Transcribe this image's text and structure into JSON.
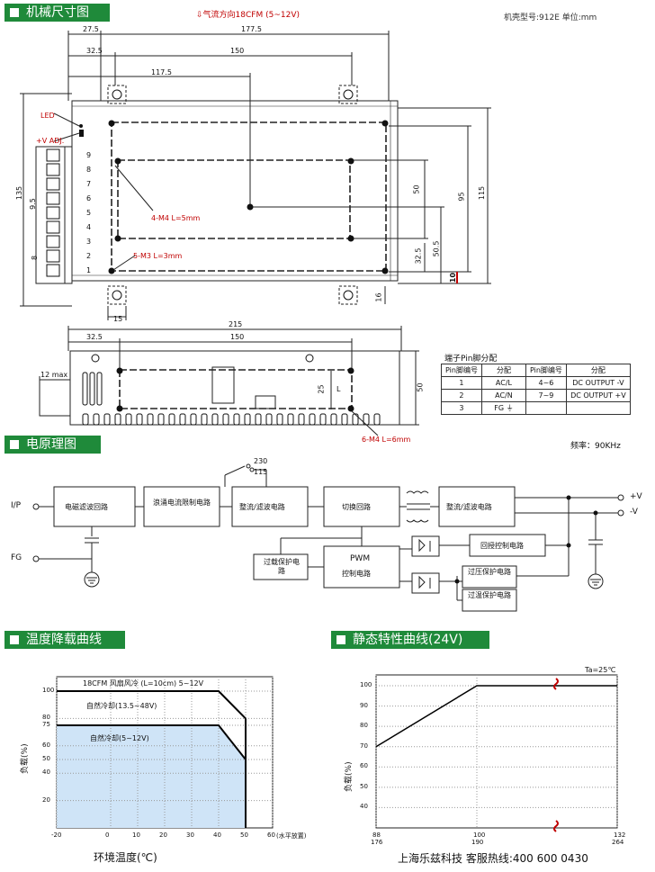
{
  "sections": {
    "dimensions": "机械尺寸图",
    "circuit": "电原理图",
    "derating": "温度降载曲线",
    "static": "静态特性曲线(24V)"
  },
  "top": {
    "airflow": "气流方向18CFM (5~12V)",
    "model": "机壳型号:912E  单位:mm"
  },
  "dims": {
    "d27_5": "27.5",
    "d177_5": "177.5",
    "d32_5": "32.5",
    "d150": "150",
    "d117_5": "117.5",
    "d135": "135",
    "d9_5": "9.5",
    "d8": "8",
    "d50": "50",
    "d95": "95",
    "d115": "115",
    "d32_5v": "32.5",
    "d50_5": "50.5",
    "d10": "10",
    "d15": "15",
    "d16": "16",
    "led": "LED",
    "vadj": "+V ADJ.",
    "m4": "4-M4 L=5mm",
    "m3": "5-M3 L=3mm",
    "terminals": [
      "9",
      "8",
      "7",
      "6",
      "5",
      "4",
      "3",
      "2",
      "1"
    ]
  },
  "side": {
    "d215": "215",
    "d32_5": "32.5",
    "d150": "150",
    "d12max": "12 max",
    "d25": "25",
    "d50": "50",
    "m4": "6-M4 L=6mm",
    "L": "L"
  },
  "pin_table": {
    "title": "端子Pin脚分配",
    "headers": [
      "Pin脚编号",
      "分配",
      "Pin脚编号",
      "分配"
    ],
    "rows": [
      [
        "1",
        "AC/L",
        "4~6",
        "DC OUTPUT -V"
      ],
      [
        "2",
        "AC/N",
        "7~9",
        "DC OUTPUT +V"
      ],
      [
        "3",
        "FG ⏚",
        "",
        ""
      ]
    ]
  },
  "circuit": {
    "freq": "频率：90KHz",
    "ip": "I/P",
    "fg": "FG",
    "emi": "电磁滤波回路",
    "inrush": "浪涌电流限制电路",
    "rect1": "整流/滤波电路",
    "v230": "230",
    "v115": "115",
    "switch": "切换回路",
    "rect2": "整流/滤波电路",
    "pos": "+V",
    "neg": "-V",
    "feedback": "回授控制电路",
    "pwm1": "PWM",
    "pwm2": "控制电路",
    "olp": "过载保护电路",
    "ovp": "过压保护电路",
    "otp": "过温保护电路"
  },
  "chart_data": [
    {
      "type": "line",
      "title": "",
      "xlabel": "环境温度(℃)",
      "ylabel": "负载(%)",
      "x_ticks": [
        "-20",
        "0",
        "10",
        "20",
        "30",
        "40",
        "50",
        "60",
        "(水平放置)"
      ],
      "y_ticks": [
        "100",
        "80",
        "75",
        "60",
        "50",
        "40",
        "20"
      ],
      "series": [
        {
          "name": "18CFM 风扇风冷 (L=10cm) 5~12V",
          "x": [
            -20,
            40,
            50
          ],
          "y": [
            100,
            100,
            80
          ]
        },
        {
          "name": "自然冷却(13.5~48V)",
          "x": [],
          "y": []
        },
        {
          "name": "自然冷却(5~12V)",
          "x": [
            -20,
            40,
            50
          ],
          "y": [
            75,
            75,
            50
          ]
        }
      ],
      "xlim": [
        -20,
        60
      ],
      "ylim": [
        0,
        100
      ]
    },
    {
      "type": "line",
      "title": "Ta=25℃",
      "xlabel": "",
      "ylabel": "负载(%)",
      "x_ticks": [
        [
          "88",
          "176"
        ],
        [
          "100",
          "190"
        ],
        [
          "132",
          "264"
        ]
      ],
      "y_ticks": [
        "100",
        "90",
        "80",
        "70",
        "60",
        "50",
        "40"
      ],
      "series": [
        {
          "name": "",
          "x": [
            88,
            100,
            132
          ],
          "y": [
            70,
            100,
            100
          ]
        }
      ],
      "xlim": [
        88,
        132
      ],
      "ylim": [
        30,
        100
      ]
    }
  ],
  "footer": "上海乐兹科技 客服热线:400 600 0430"
}
